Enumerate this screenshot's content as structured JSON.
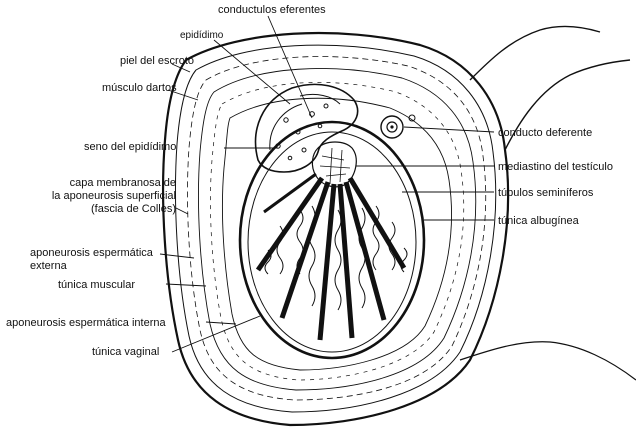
{
  "labels": {
    "conductulos_eferentes": "conductulos eferentes",
    "epididimo": "epidídimo",
    "piel_del_escroto": "piel del escroto",
    "musculo_dartos": "músculo dartos",
    "seno_del_epididimo": "seno del epidídimo",
    "capa_membranosa_l1": "capa membranosa de",
    "capa_membranosa_l2": "la aponeurosis superficial",
    "capa_membranosa_l3": "(fascia de Colles)",
    "aponeurosis_externa_l1": "aponeurosis espermática",
    "aponeurosis_externa_l2": "externa",
    "tunica_muscular": "túnica muscular",
    "aponeurosis_interna": "aponeurosis espermática interna",
    "tunica_vaginal": "túnica vaginal",
    "conducto_deferente": "conducto deferente",
    "mediastino": "mediastino del testículo",
    "tubulos": "túbulos seminíferos",
    "tunica_albuginea": "túnica albugínea"
  }
}
